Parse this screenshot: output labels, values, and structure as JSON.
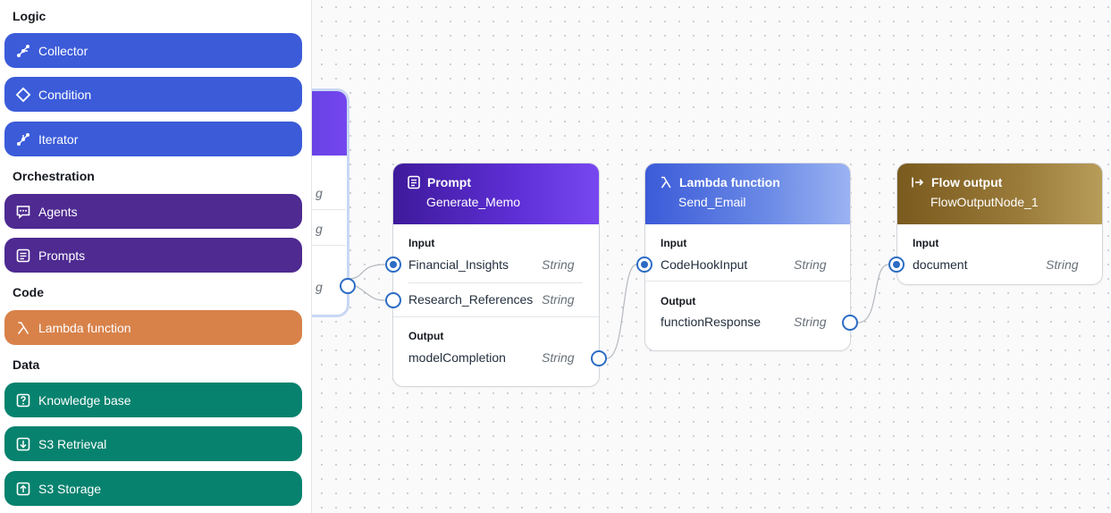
{
  "palette": {
    "sections": [
      {
        "title": "Logic",
        "items": [
          {
            "label": "Collector",
            "icon": "collector-icon"
          },
          {
            "label": "Condition",
            "icon": "condition-icon"
          },
          {
            "label": "Iterator",
            "icon": "iterator-icon"
          }
        ]
      },
      {
        "title": "Orchestration",
        "items": [
          {
            "label": "Agents",
            "icon": "agents-icon"
          },
          {
            "label": "Prompts",
            "icon": "prompts-icon"
          }
        ]
      },
      {
        "title": "Code",
        "items": [
          {
            "label": "Lambda function",
            "icon": "lambda-icon"
          }
        ]
      },
      {
        "title": "Data",
        "items": [
          {
            "label": "Knowledge base",
            "icon": "knowledge-base-icon"
          },
          {
            "label": "S3 Retrieval",
            "icon": "s3-retrieval-icon"
          },
          {
            "label": "S3 Storage",
            "icon": "s3-storage-icon"
          }
        ]
      }
    ]
  },
  "colors": {
    "logic": "#3b5bd9",
    "orchestration": "#4e2a91",
    "code": "#d8824a",
    "data": "#07826e",
    "port": "#2c6cc4"
  },
  "ghost_node": {
    "types": [
      "g",
      "g",
      "g"
    ]
  },
  "nodes": {
    "prompt": {
      "type_label": "Prompt",
      "name": "Generate_Memo",
      "input_label": "Input",
      "inputs": [
        {
          "name": "Financial_Insights",
          "type": "String"
        },
        {
          "name": "Research_References",
          "type": "String"
        }
      ],
      "output_label": "Output",
      "outputs": [
        {
          "name": "modelCompletion",
          "type": "String"
        }
      ]
    },
    "lambda": {
      "type_label": "Lambda function",
      "name": "Send_Email",
      "input_label": "Input",
      "inputs": [
        {
          "name": "CodeHookInput",
          "type": "String"
        }
      ],
      "output_label": "Output",
      "outputs": [
        {
          "name": "functionResponse",
          "type": "String"
        }
      ]
    },
    "flow_output": {
      "type_label": "Flow output",
      "name": "FlowOutputNode_1",
      "input_label": "Input",
      "inputs": [
        {
          "name": "document",
          "type": "String"
        }
      ]
    }
  }
}
